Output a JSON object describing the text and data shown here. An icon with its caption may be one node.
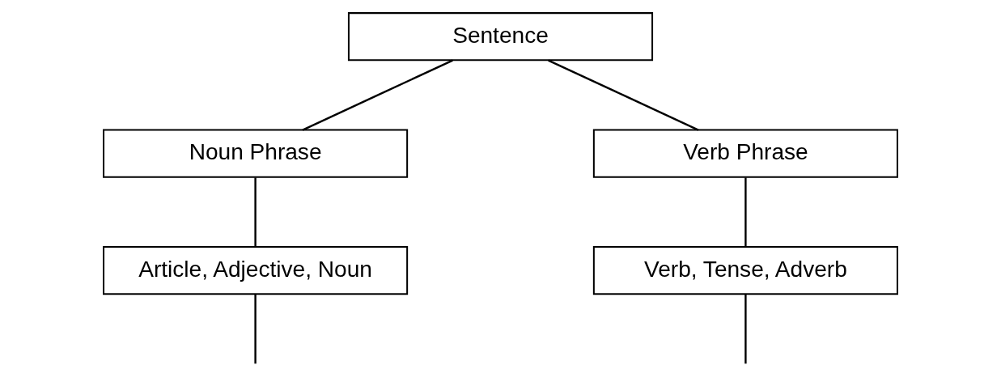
{
  "diagram": {
    "nodes": [
      {
        "text": [
          "Sentence"
        ]
      },
      {
        "text": [
          "Noun Phrase"
        ]
      },
      {
        "text": [
          "Verb Phrase"
        ]
      },
      {
        "text": [
          "Article, Adjective, Noun"
        ]
      },
      {
        "text": [
          "Verb, Tense, Adverb"
        ]
      }
    ],
    "edges": [
      {
        "from": 0,
        "to": 1,
        "arrow": "none"
      },
      {
        "from": 0,
        "to": 2,
        "arrow": "none"
      },
      {
        "from": 1,
        "to": 3,
        "arrow": "none"
      },
      {
        "from": 2,
        "to": 4,
        "arrow": "none"
      },
      {
        "from": 3,
        "to": null,
        "arrow": "none"
      },
      {
        "from": 4,
        "to": null,
        "arrow": "none"
      }
    ]
  }
}
